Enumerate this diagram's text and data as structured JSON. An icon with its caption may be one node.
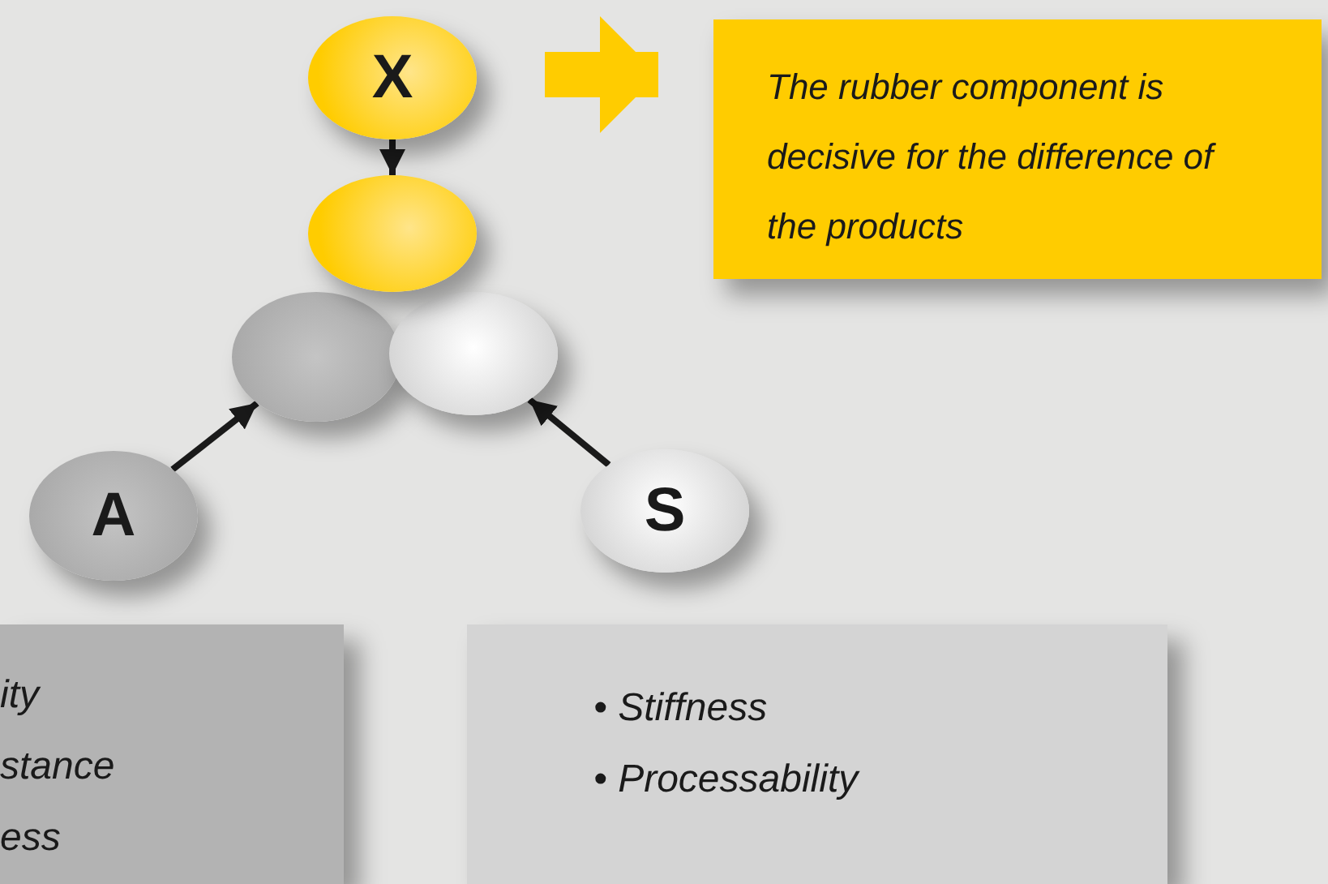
{
  "diagram": {
    "nodes": [
      {
        "text": [
          "X"
        ]
      },
      {
        "text": [],
        "shape": "circle"
      },
      {
        "text": [],
        "shape": "circle"
      },
      {
        "text": [],
        "shape": "circle"
      },
      {
        "text": [
          "A"
        ]
      },
      {
        "text": [
          "S"
        ]
      },
      {
        "text": [
          "The rubber component is decisive for the difference of the products"
        ]
      },
      {
        "text": [
          "ity",
          "stance",
          "ess"
        ]
      },
      {
        "text": [
          "• Stiffness",
          "• Processability"
        ]
      }
    ],
    "edges": [
      {
        "from": 0,
        "to": 1,
        "arrow": "to"
      },
      {
        "from": 4,
        "to": 2,
        "arrow": "to"
      },
      {
        "from": 5,
        "to": 3,
        "arrow": "to"
      },
      {
        "from": null,
        "to": 6,
        "arrow": "to",
        "style": "thick",
        "color": "#ffcc00"
      }
    ]
  }
}
